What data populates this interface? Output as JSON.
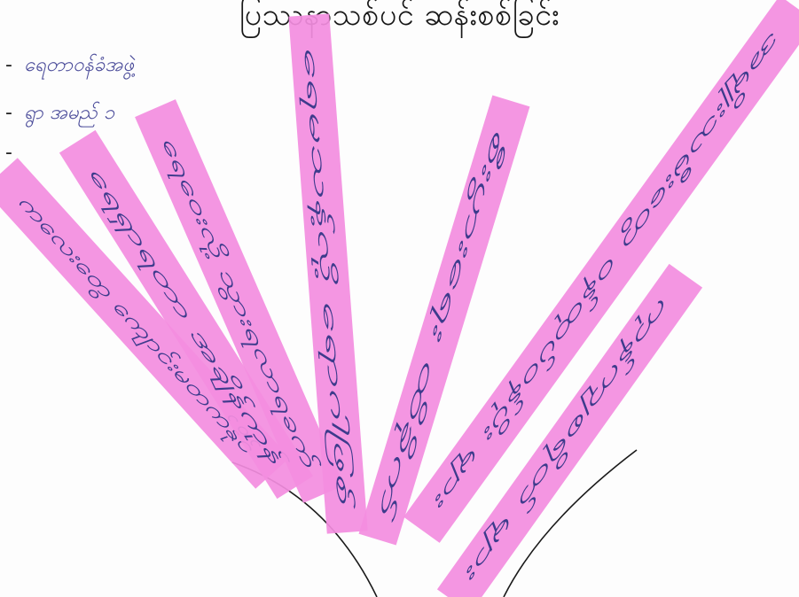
{
  "title": "ပြဿနာသစ်ပင် ဆန်းစစ်ခြင်း",
  "meta": [
    {
      "dash": "-",
      "value": "ရေတာဝန်ခံအဖွဲ့"
    },
    {
      "dash": "-",
      "value": "ရွာ အမည် ၁"
    },
    {
      "dash": "-",
      "value": ""
    }
  ],
  "branches": [
    {
      "text": "ကလေးတွေ ကျောင်းမတက်နိုင်"
    },
    {
      "text": "ရေရှာရတာ အချိန်ကုန်"
    },
    {
      "text": "ရေဝေးလို့ သွားရလာရခက်"
    },
    {
      "text": "ရေမသန့်လို့ ရောဂါဖြစ်"
    },
    {
      "text": "စီးပွားရေး ထိခိုက်"
    },
    {
      "text": "အမျိုးသမီးတွေ ဝန်ထုပ်ဝန်ပိုး များ"
    },
    {
      "text": "ကုန်ကျစရိတ် များ"
    }
  ],
  "colors": {
    "highlight": "#f48ee0",
    "ink": "#3d3b8c",
    "trunk": "#1a1a1a"
  }
}
